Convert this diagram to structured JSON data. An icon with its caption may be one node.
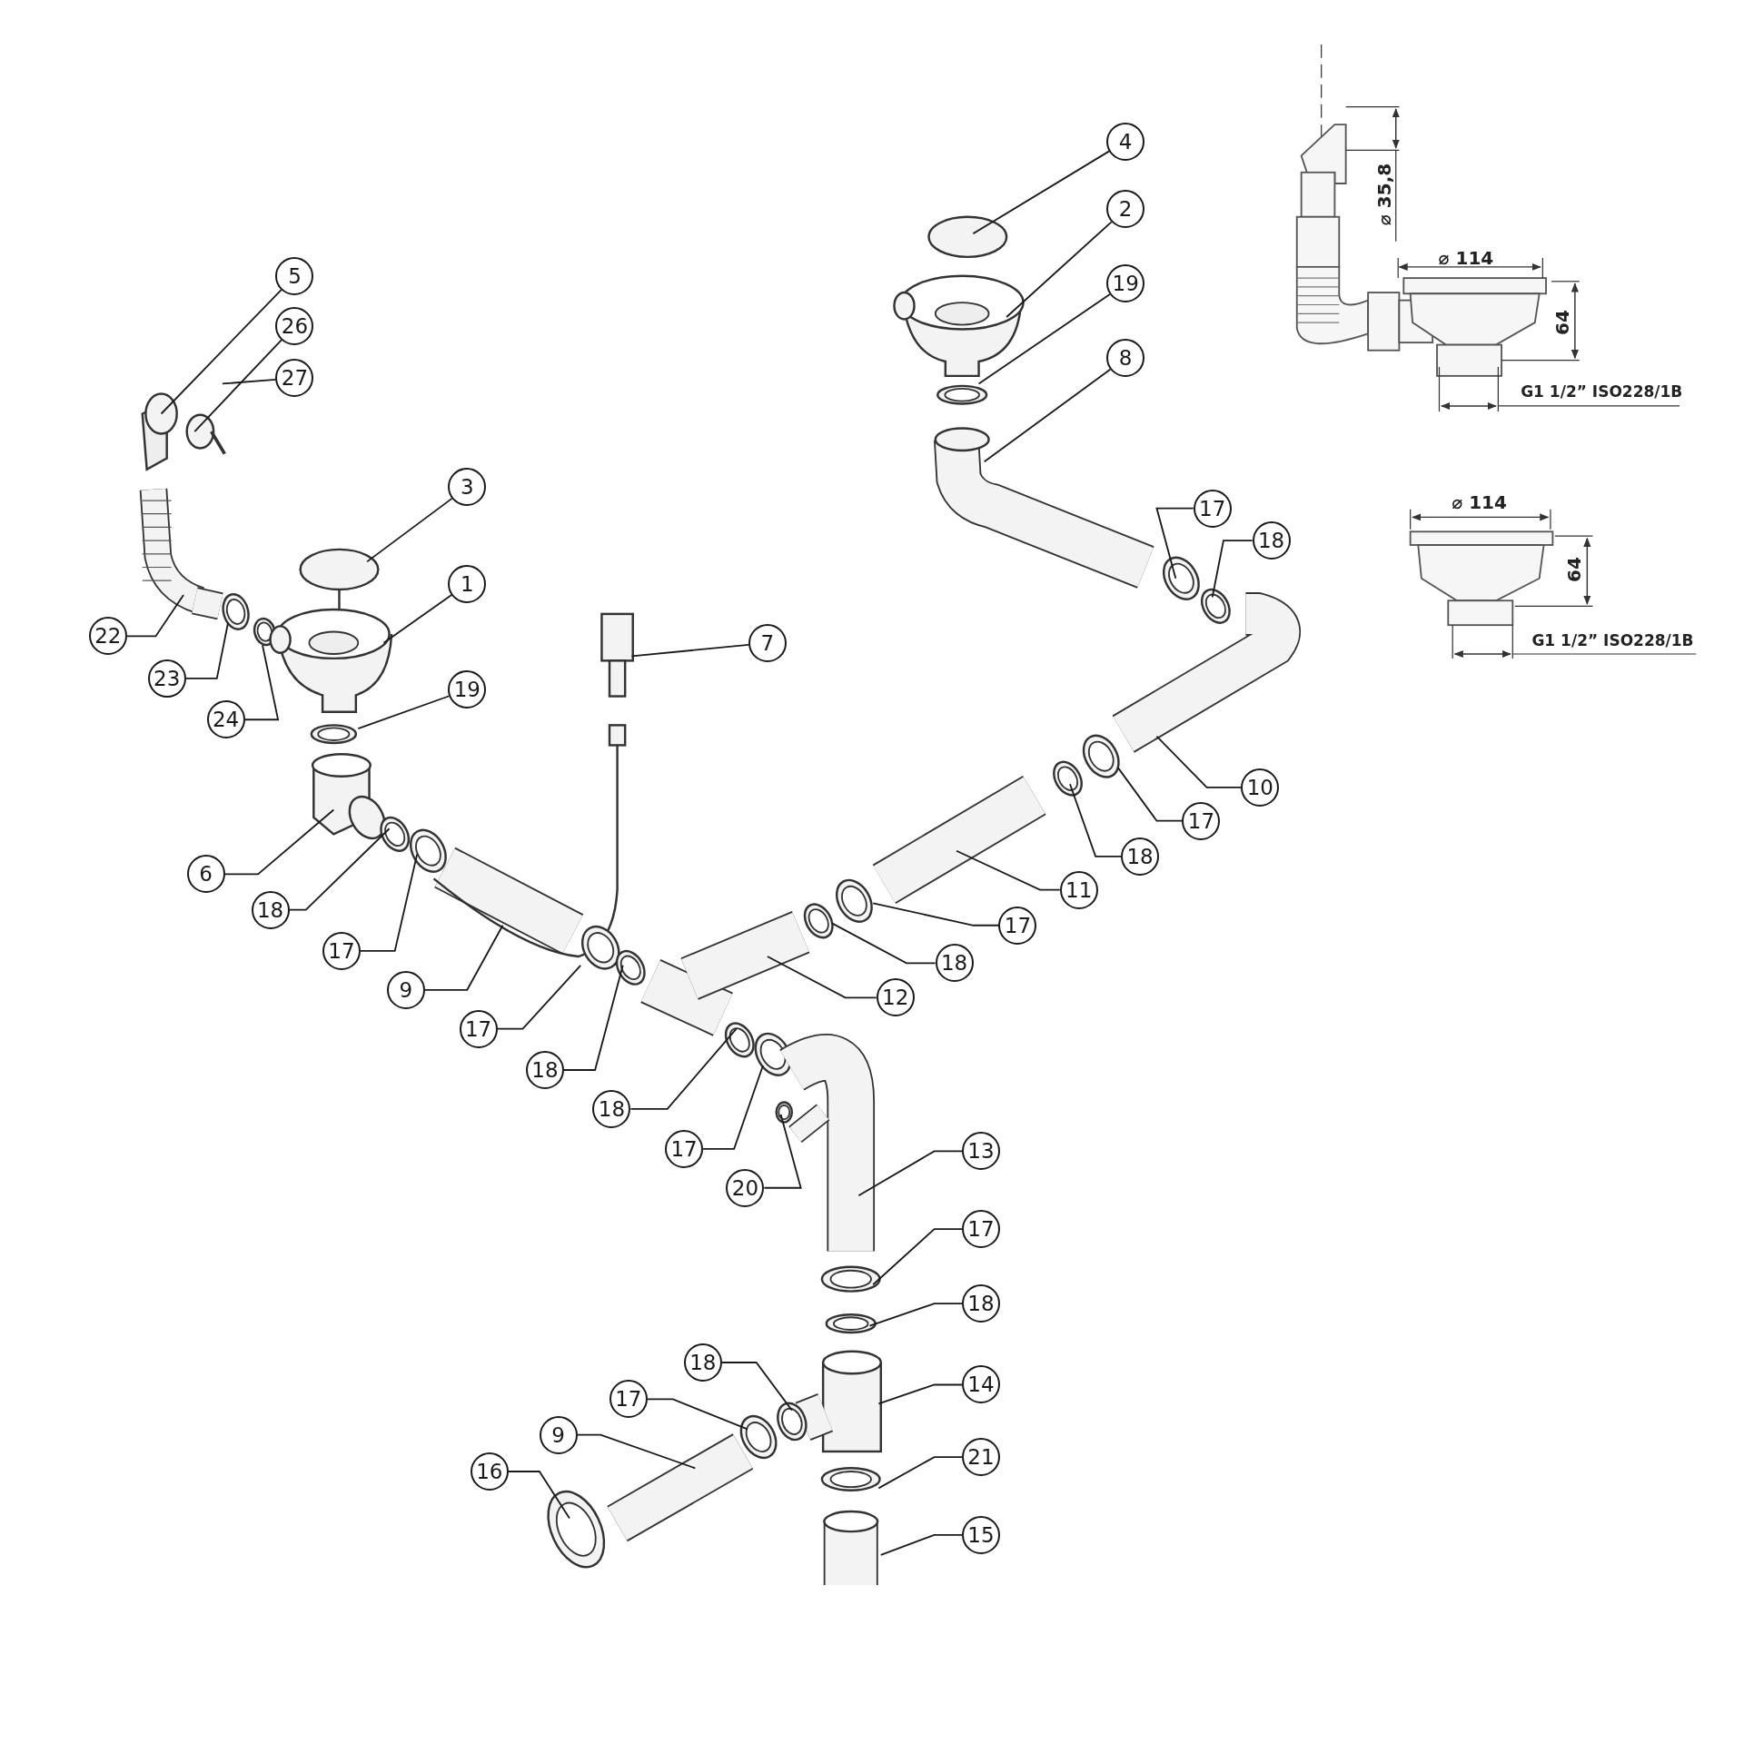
{
  "diagram": {
    "nodes": [
      {
        "text": [
          "4"
        ]
      },
      {
        "text": [
          "2"
        ]
      },
      {
        "text": [
          "5"
        ]
      },
      {
        "text": [
          "19"
        ]
      },
      {
        "text": [
          "26"
        ]
      },
      {
        "text": [
          "8"
        ]
      },
      {
        "text": [
          "27"
        ]
      },
      {
        "text": [
          "3"
        ]
      },
      {
        "text": [
          "17"
        ]
      },
      {
        "text": [
          "18"
        ]
      },
      {
        "text": [
          "1"
        ]
      },
      {
        "text": [
          "22"
        ]
      },
      {
        "text": [
          "7"
        ]
      },
      {
        "text": [
          "23"
        ]
      },
      {
        "text": [
          "19"
        ]
      },
      {
        "text": [
          "24"
        ]
      },
      {
        "text": [
          "10"
        ]
      },
      {
        "text": [
          "17"
        ]
      },
      {
        "text": [
          "18"
        ]
      },
      {
        "text": [
          "6"
        ]
      },
      {
        "text": [
          "11"
        ]
      },
      {
        "text": [
          "18"
        ]
      },
      {
        "text": [
          "17"
        ]
      },
      {
        "text": [
          "17"
        ]
      },
      {
        "text": [
          "18"
        ]
      },
      {
        "text": [
          "9"
        ]
      },
      {
        "text": [
          "12"
        ]
      },
      {
        "text": [
          "17"
        ]
      },
      {
        "text": [
          "18"
        ]
      },
      {
        "text": [
          "18"
        ]
      },
      {
        "text": [
          "17"
        ]
      },
      {
        "text": [
          "13"
        ]
      },
      {
        "text": [
          "20"
        ]
      },
      {
        "text": [
          "17"
        ]
      },
      {
        "text": [
          "18"
        ]
      },
      {
        "text": [
          "18"
        ]
      },
      {
        "text": [
          "14"
        ]
      },
      {
        "text": [
          "17"
        ]
      },
      {
        "text": [
          "9"
        ]
      },
      {
        "text": [
          "21"
        ]
      },
      {
        "text": [
          "16"
        ]
      },
      {
        "text": [
          "15"
        ]
      }
    ],
    "edges": [
      {
        "from": 0,
        "to": null,
        "arrow": "none"
      },
      {
        "from": 1,
        "to": null,
        "arrow": "none"
      },
      {
        "from": 2,
        "to": null,
        "arrow": "none"
      },
      {
        "from": 3,
        "to": null,
        "arrow": "none"
      },
      {
        "from": 4,
        "to": null,
        "arrow": "none"
      },
      {
        "from": 5,
        "to": null,
        "arrow": "none"
      },
      {
        "from": 6,
        "to": null,
        "arrow": "none"
      },
      {
        "from": 7,
        "to": null,
        "arrow": "none"
      },
      {
        "from": 8,
        "to": null,
        "arrow": "none"
      },
      {
        "from": 9,
        "to": null,
        "arrow": "none"
      },
      {
        "from": 10,
        "to": null,
        "arrow": "none"
      },
      {
        "from": 11,
        "to": null,
        "arrow": "none"
      },
      {
        "from": 12,
        "to": null,
        "arrow": "none"
      },
      {
        "from": 13,
        "to": null,
        "arrow": "none"
      },
      {
        "from": 14,
        "to": null,
        "arrow": "none"
      },
      {
        "from": 15,
        "to": null,
        "arrow": "none"
      },
      {
        "from": 16,
        "to": null,
        "arrow": "none"
      },
      {
        "from": 17,
        "to": null,
        "arrow": "none"
      },
      {
        "from": 18,
        "to": null,
        "arrow": "none"
      },
      {
        "from": 19,
        "to": null,
        "arrow": "none"
      },
      {
        "from": 20,
        "to": null,
        "arrow": "none"
      },
      {
        "from": 21,
        "to": null,
        "arrow": "none"
      },
      {
        "from": 22,
        "to": null,
        "arrow": "none"
      },
      {
        "from": 23,
        "to": null,
        "arrow": "none"
      },
      {
        "from": 24,
        "to": null,
        "arrow": "none"
      },
      {
        "from": 25,
        "to": null,
        "arrow": "none"
      },
      {
        "from": 26,
        "to": null,
        "arrow": "none"
      },
      {
        "from": 27,
        "to": null,
        "arrow": "none"
      },
      {
        "from": 28,
        "to": null,
        "arrow": "none"
      },
      {
        "from": 29,
        "to": null,
        "arrow": "none"
      },
      {
        "from": 30,
        "to": null,
        "arrow": "none"
      },
      {
        "from": 31,
        "to": null,
        "arrow": "none"
      },
      {
        "from": 32,
        "to": null,
        "arrow": "none"
      },
      {
        "from": 33,
        "to": null,
        "arrow": "none"
      },
      {
        "from": 34,
        "to": null,
        "arrow": "none"
      },
      {
        "from": 35,
        "to": null,
        "arrow": "none"
      },
      {
        "from": 36,
        "to": null,
        "arrow": "none"
      },
      {
        "from": 37,
        "to": null,
        "arrow": "none"
      },
      {
        "from": 38,
        "to": null,
        "arrow": "none"
      },
      {
        "from": 39,
        "to": null,
        "arrow": "none"
      },
      {
        "from": 40,
        "to": null,
        "arrow": "none"
      },
      {
        "from": 41,
        "to": null,
        "arrow": "none"
      }
    ],
    "labels": [
      "⌀ 35,8",
      "⌀ 114",
      "64",
      "G1 1/2” ISO228/1B",
      "⌀ 114",
      "64",
      "G1 1/2” ISO228/1B"
    ]
  }
}
